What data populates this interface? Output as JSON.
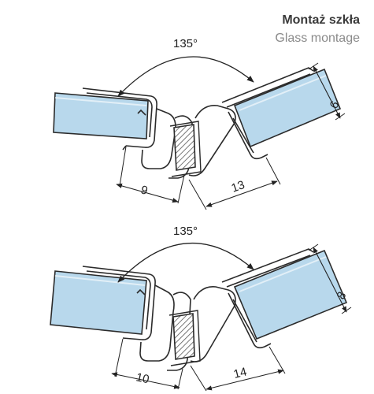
{
  "title": {
    "polish": "Montaż szkła",
    "english": "Glass montage"
  },
  "diagrams": [
    {
      "angle_label": "135°",
      "glass_thickness": "6",
      "left_dim": "9",
      "right_dim": "13"
    },
    {
      "angle_label": "135°",
      "glass_thickness": "8",
      "left_dim": "10",
      "right_dim": "14"
    }
  ],
  "colors": {
    "glass_fill": "#b8d8ec",
    "glass_stroke": "#2b2b2b",
    "hatch": "#555555",
    "line": "#222222"
  }
}
